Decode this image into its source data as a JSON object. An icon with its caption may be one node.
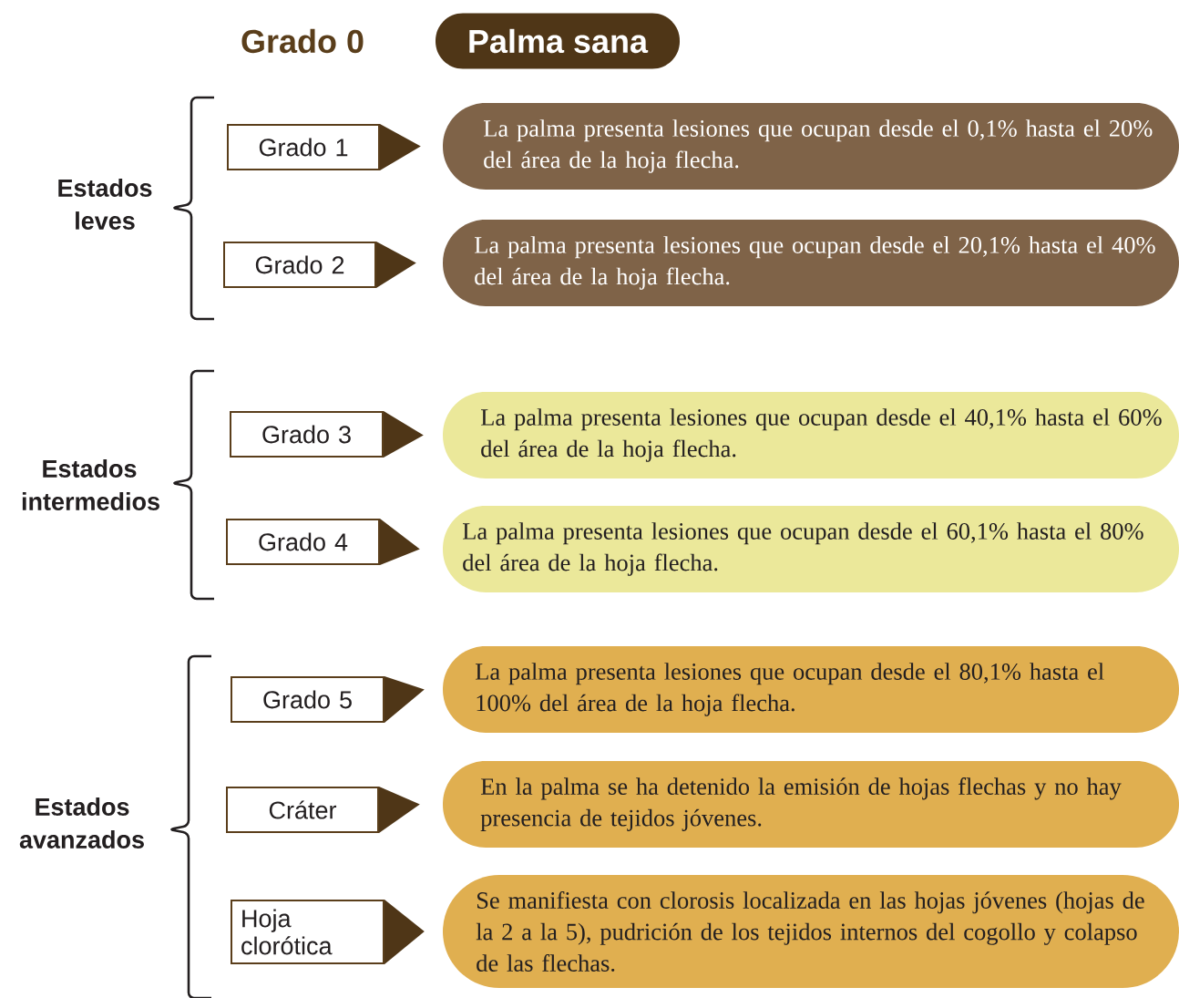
{
  "diagram": {
    "nodes": [
      {
        "text": [
          "Palma sana"
        ]
      },
      {
        "text": [
          "Grado 1"
        ]
      },
      {
        "text": [
          "La palma presenta lesiones que ocupan desde el 0,1% hasta el 20% del área de la hoja flecha."
        ]
      },
      {
        "text": [
          "Grado 2"
        ]
      },
      {
        "text": [
          "La palma presenta lesiones que ocupan desde el 20,1% hasta el 40% del área de la hoja flecha."
        ]
      },
      {
        "text": [
          "Grado 3"
        ]
      },
      {
        "text": [
          "La palma presenta lesiones que ocupan desde el 40,1% hasta el 60% del área de la hoja flecha."
        ]
      },
      {
        "text": [
          "Grado 4"
        ]
      },
      {
        "text": [
          "La palma presenta lesiones que ocupan desde el 60,1% hasta el 80% del área de la hoja flecha."
        ]
      },
      {
        "text": [
          "Grado 5"
        ]
      },
      {
        "text": [
          "La palma presenta lesiones que ocupan desde el 80,1% hasta el 100% del área de la hoja flecha."
        ]
      },
      {
        "text": [
          "Cráter"
        ]
      },
      {
        "text": [
          "En la palma se ha detenido la emisión de hojas flechas y no hay presencia de tejidos jóvenes."
        ]
      },
      {
        "text": [
          "Hoja clorótica"
        ]
      },
      {
        "text": [
          "Se manifiesta con clorosis localizada en las hojas jóvenes (hojas de la 2 a la 5), pudrición de los tejidos internos del cogollo y colapso de las flechas."
        ]
      }
    ],
    "edges": [
      {
        "from": 1,
        "to": 2,
        "arrow": "to"
      },
      {
        "from": 3,
        "to": 4,
        "arrow": "to"
      },
      {
        "from": 5,
        "to": 6,
        "arrow": "to"
      },
      {
        "from": 7,
        "to": 8,
        "arrow": "to"
      },
      {
        "from": 9,
        "to": 10,
        "arrow": "to"
      },
      {
        "from": 11,
        "to": 12,
        "arrow": "to"
      },
      {
        "from": 13,
        "to": 14,
        "arrow": "to"
      }
    ],
    "labels": [
      "Grado 0",
      "Estados leves",
      "Estados intermedios",
      "Estados avanzados"
    ]
  }
}
